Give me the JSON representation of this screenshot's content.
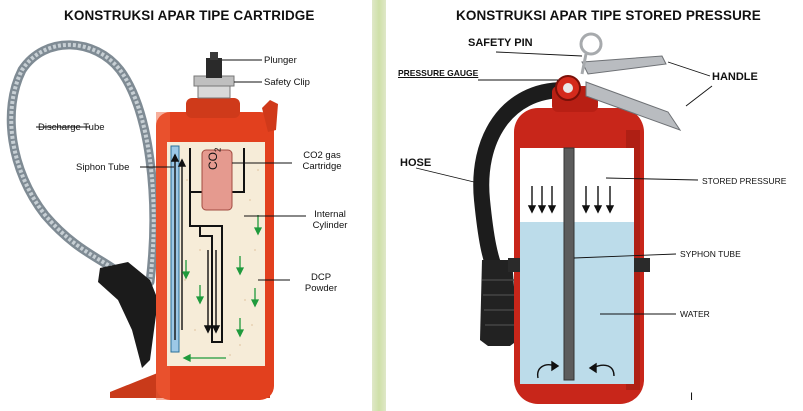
{
  "left": {
    "title": "KONSTRUKSI APAR TIPE CARTRIDGE",
    "labels": {
      "plunger": "Plunger",
      "safety_clip": "Safety Clip",
      "discharge_tube": "Discharge Tube",
      "siphon_tube": "Siphon Tube",
      "co2_line1": "CO2 gas",
      "co2_line2": "Cartridge",
      "internal_line1": "Internal",
      "internal_line2": "Cylinder",
      "dcp_line1": "DCP",
      "dcp_line2": "Powder",
      "co2_inside": "CO",
      "co2_sub": "2"
    }
  },
  "right": {
    "title": "KONSTRUKSI APAR TIPE STORED PRESSURE",
    "labels": {
      "safety_pin": "SAFETY PIN",
      "pressure_gauge": "PRESSURE  GAUGE",
      "handle": "HANDLE",
      "hose": "HOSE",
      "stored_pressure": "STORED PRESSURE",
      "syphon_tube": "SYPHON TUBE",
      "water": "WATER",
      "cursor_mark": "I"
    }
  },
  "colors": {
    "cylinder_red": "#e2401e",
    "cylinder_dark": "#b82d14",
    "powder": "#f6ecd8",
    "water": "#bcdcea",
    "siphon_blue": "#9cc8e6",
    "cartridge_pink": "#e59a8f",
    "hose_black": "#1c1c1c",
    "arrow_green": "#1f9a3c"
  }
}
